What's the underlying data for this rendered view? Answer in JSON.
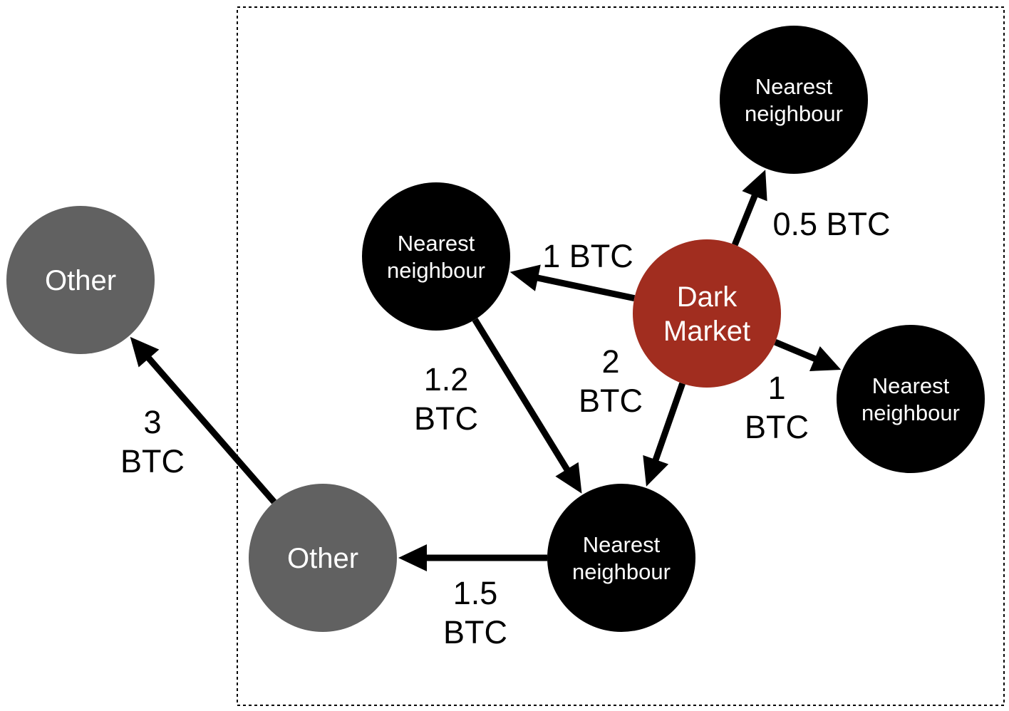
{
  "colors": {
    "dark_market": "#a12d1f",
    "nearest_neighbour": "#000000",
    "other": "#616161"
  },
  "nodes": {
    "dark_market": [
      "Dark",
      "Market"
    ],
    "nn_top_right": [
      "Nearest",
      "neighbour"
    ],
    "nn_upper_left": [
      "Nearest",
      "neighbour"
    ],
    "nn_right": [
      "Nearest",
      "neighbour"
    ],
    "nn_bottom": [
      "Nearest",
      "neighbour"
    ],
    "other_left": [
      "Other"
    ],
    "other_bottom": [
      "Other"
    ]
  },
  "edges": [
    {
      "from": "dark_market",
      "to": "nn_top_right",
      "label": [
        "0.5 BTC"
      ]
    },
    {
      "from": "dark_market",
      "to": "nn_upper_left",
      "label": [
        "1 BTC"
      ]
    },
    {
      "from": "dark_market",
      "to": "nn_right",
      "label": [
        "1",
        "BTC"
      ]
    },
    {
      "from": "dark_market",
      "to": "nn_bottom",
      "label": [
        "2",
        "BTC"
      ]
    },
    {
      "from": "nn_upper_left",
      "to": "nn_bottom",
      "label": [
        "1.2",
        "BTC"
      ]
    },
    {
      "from": "nn_bottom",
      "to": "other_bottom",
      "label": [
        "1.5",
        "BTC"
      ]
    },
    {
      "from": "other_bottom",
      "to": "other_left",
      "label": [
        "3",
        "BTC"
      ]
    }
  ]
}
